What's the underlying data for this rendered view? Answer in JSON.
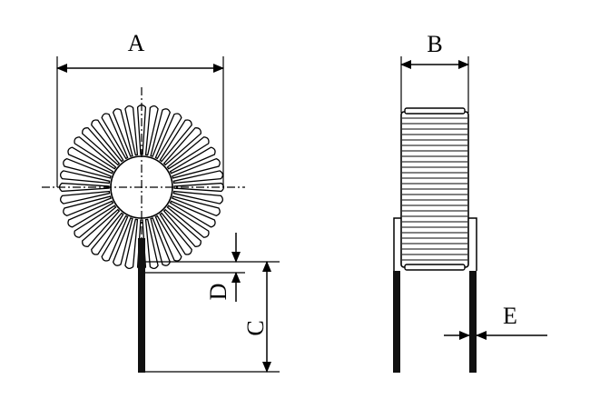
{
  "diagram": {
    "colors": {
      "stroke": "#000000",
      "background": "#ffffff",
      "lead": "#111111"
    },
    "dimensions": {
      "A": "A",
      "B": "B",
      "C": "C",
      "D": "D",
      "E": "E"
    }
  }
}
